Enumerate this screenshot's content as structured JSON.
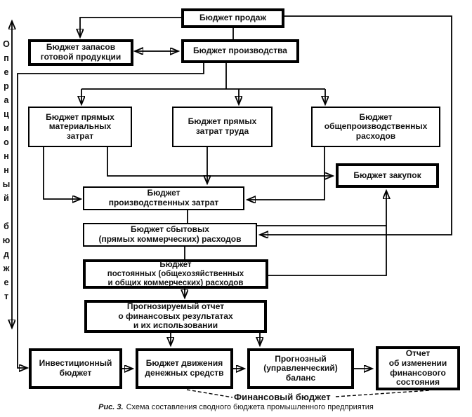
{
  "diagram": {
    "side_label": "Операционный бюджет",
    "group_label": "Финансовый бюджет",
    "caption": {
      "prefix": "Рис. 3.",
      "text": "Схема составления сводного бюджета промышленного предприятия"
    },
    "colors": {
      "line": "#000000",
      "box_border": "#000000",
      "background": "#ffffff",
      "text": "#111111"
    },
    "nodes": {
      "sales": {
        "label": "Бюджет продаж"
      },
      "inventory": {
        "label": "Бюджет запасов\nготовой продукции"
      },
      "production": {
        "label": "Бюджет производства"
      },
      "materials": {
        "label": "Бюджет прямых\nматериальных\nзатрат"
      },
      "labor": {
        "label": "Бюджет прямых\nзатрат труда"
      },
      "overhead": {
        "label": "Бюджет\nобщепроизводственных\nрасходов"
      },
      "purchases": {
        "label": "Бюджет закупок"
      },
      "prod_costs": {
        "label": "Бюджет\nпроизводственных затрат"
      },
      "selling": {
        "label": "Бюджет сбытовых\n(прямых коммерческих) расходов"
      },
      "fixed": {
        "label": "Бюджет\nпостоянных (общехозяйственных\nи общих коммерческих) расходов"
      },
      "forecast": {
        "label": "Прогнозируемый отчет\nо финансовых результатах\nи их использовании"
      },
      "investment": {
        "label": "Инвестиционный\nбюджет"
      },
      "cashflow": {
        "label": "Бюджет движения\nденежных средств"
      },
      "balance": {
        "label": "Прогнозный\n(управленческий)\nбаланс"
      },
      "fin_state": {
        "label": "Отчет\nоб изменении\nфинансового\nсостояния"
      }
    }
  }
}
